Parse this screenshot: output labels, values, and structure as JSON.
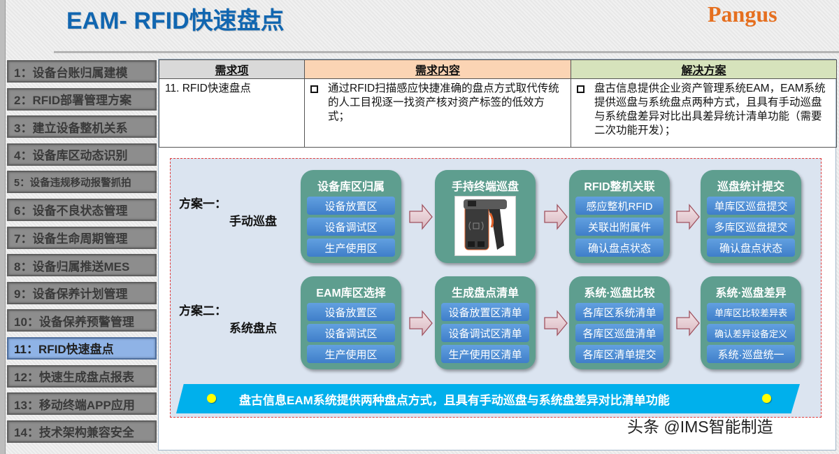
{
  "header": {
    "title": "EAM- RFID快速盘点",
    "logo": "Pangus"
  },
  "sidebar": {
    "items": [
      {
        "label": "1：设备台账归属建模"
      },
      {
        "label": "2：RFID部署管理方案"
      },
      {
        "label": "3：建立设备整机关系"
      },
      {
        "label": "4：设备库区动态识别"
      },
      {
        "label": "5：设备违规移动报警抓拍"
      },
      {
        "label": "6：设备不良状态管理"
      },
      {
        "label": "7：设备生命周期管理"
      },
      {
        "label": "8：设备归属推送MES"
      },
      {
        "label": "9：设备保养计划管理"
      },
      {
        "label": "10：设备保养预警管理"
      },
      {
        "label": "11：RFID快速盘点",
        "active": true
      },
      {
        "label": "12：快速生成盘点报表"
      },
      {
        "label": "13：移动终端APP应用"
      },
      {
        "label": "14：技术架构兼容安全"
      }
    ]
  },
  "table": {
    "headers": [
      "需求项",
      "需求内容",
      "解决方案"
    ],
    "row": {
      "item": "11. RFID快速盘点",
      "content": "通过RFID扫描感应快捷准确的盘点方式取代传统的人工目视逐一找资产核对资产标签的低效方式；",
      "solution": "盘古信息提供企业资产管理系统EAM，EAM系统提供巡盘与系统盘点两种方式，且具有手动巡盘与系统盘差异对比出具差异统计清单功能（需要二次功能开发）；"
    }
  },
  "diagram": {
    "plan1": {
      "label": "方案一：",
      "name": "手动巡盘",
      "cards": [
        {
          "title": "设备库区归属",
          "items": [
            "设备放置区",
            "设备调试区",
            "生产使用区"
          ]
        },
        {
          "title": "手持终端巡盘",
          "image": "handheld-rfid-scanner"
        },
        {
          "title": "RFID整机关联",
          "items": [
            "感应整机RFID",
            "关联出附属件",
            "确认盘点状态"
          ]
        },
        {
          "title": "巡盘统计提交",
          "items": [
            "单库区巡盘提交",
            "多库区巡盘提交",
            "确认盘点状态"
          ]
        }
      ]
    },
    "plan2": {
      "label": "方案二：",
      "name": "系统盘点",
      "cards": [
        {
          "title": "EAM库区选择",
          "items": [
            "设备放置区",
            "设备调试区",
            "生产使用区"
          ]
        },
        {
          "title": "生成盘点清单",
          "items": [
            "设备放置区清单",
            "设备调试区清单",
            "生产使用区清单"
          ]
        },
        {
          "title": "系统·巡盘比较",
          "items": [
            "各库区系统清单",
            "各库区巡盘清单",
            "各库区清单提交"
          ]
        },
        {
          "title": "系统·巡盘差异",
          "items": [
            "单库区比较差异表",
            "确认差异设备定义",
            "系统·巡盘统一"
          ]
        }
      ]
    },
    "banner": "盘古信息EAM系统提供两种盘点方式，且具有手动巡盘与系统盘差异对比清单功能"
  },
  "watermark": "头条 @IMS智能制造",
  "colors": {
    "title": "#1166b0",
    "logo": "#e56f1f",
    "card": "#5e9e8f",
    "pill": "#4a8ad4",
    "banner": "#00b0ec",
    "active_sidebar": "#8fb3e6"
  }
}
